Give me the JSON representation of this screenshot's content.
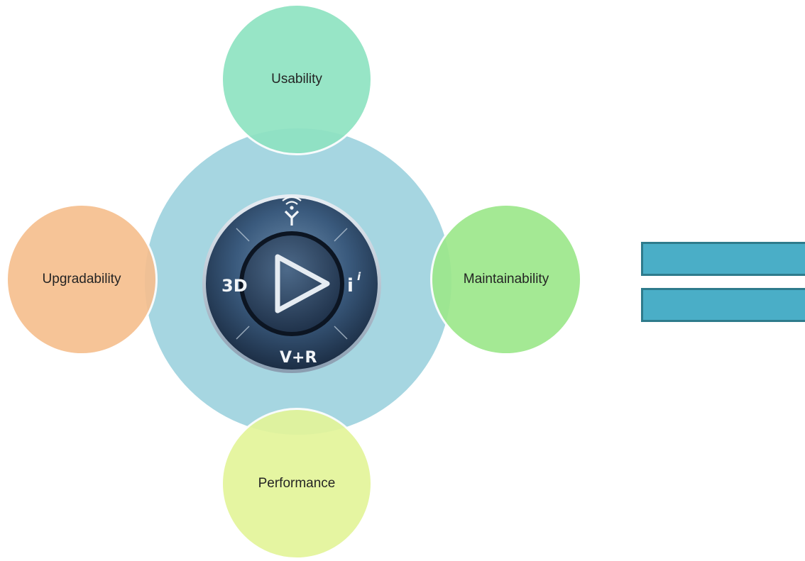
{
  "diagram": {
    "center": {
      "logo_icon": "3dexperience-compass-icon",
      "labels": {
        "left": "3D",
        "right": "i",
        "bottom": "V+R"
      },
      "ring_color": "#a6d6e1"
    },
    "satellites": [
      {
        "label": "Usability",
        "color": "#8fe3c2"
      },
      {
        "label": "Maintainability",
        "color": "#9de88c"
      },
      {
        "label": "Performance",
        "color": "#e3f59a"
      },
      {
        "label": "Upgradability",
        "color": "#f6bf8f"
      }
    ]
  },
  "legend": {
    "bar_fill": "#4aaec7",
    "bar_border": "#2e7b8c"
  }
}
